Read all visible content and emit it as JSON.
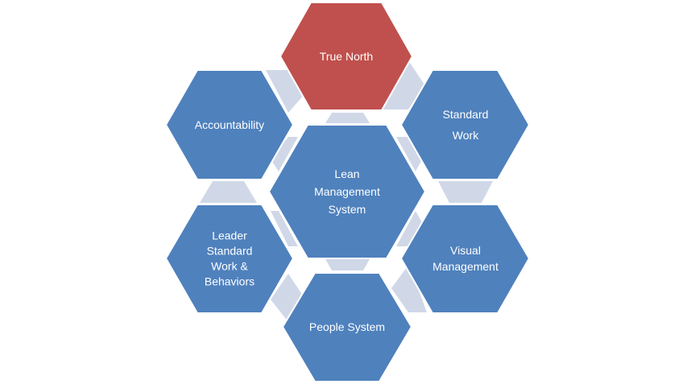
{
  "diagram": {
    "center": {
      "lines": [
        "Lean",
        "Management",
        "System"
      ]
    },
    "nodes": {
      "true_north": {
        "lines": [
          "True North"
        ]
      },
      "standard_work": {
        "lines": [
          "Standard",
          "Work"
        ]
      },
      "visual_management": {
        "lines": [
          "Visual",
          "Management"
        ]
      },
      "people_system": {
        "lines": [
          "People System"
        ]
      },
      "leader_standard_work": {
        "lines": [
          "Leader",
          "Standard",
          "Work &",
          "Behaviors"
        ]
      },
      "accountability": {
        "lines": [
          "Accountability"
        ]
      }
    },
    "colors": {
      "hex_fill": "#4F81BD",
      "hex_highlight": "#C0504D",
      "hex_stroke": "#ffffff",
      "connector_fill": "#D0D8E8",
      "text": "#ffffff"
    }
  }
}
